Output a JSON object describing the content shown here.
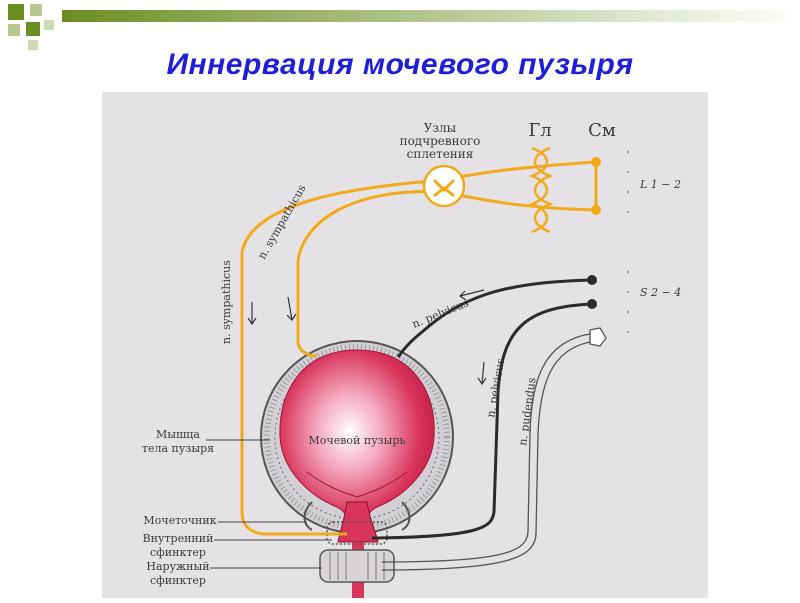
{
  "slide": {
    "title": "Иннервация мочевого пузыря"
  },
  "colors": {
    "title": "#1f1fd8",
    "accent": "#6b8e23",
    "sympathetic_nerve": "#f2a91c",
    "parasympathetic_nerve": "#2b2b2b",
    "bladder": "#d9345a",
    "figure_background": "#e4e2e5"
  },
  "figure": {
    "labels": {
      "ganglia": "Узлы подчревного сплетения",
      "ganglia_lines": [
        "Узлы",
        "подчревного",
        "сплетения"
      ],
      "gl": "Гл",
      "sm": "См",
      "l_segment": "L 1 − 2",
      "s_segment": "S 2 − 4",
      "n_sympathicus_upper": "n. sympathicus",
      "n_sympathicus_left": "n. sympathicus",
      "n_pelvicus_upper": "n. pelvicus",
      "n_pelvicus_lower": "n. pelvicus",
      "n_pudendus": "n. pudendus",
      "bladder": "Мочевой пузырь",
      "muscle": "Мышца тела пузыря",
      "muscle_lines": [
        "Мышца",
        "тела пузыря"
      ],
      "ureter": "Мочеточник",
      "internal_sphincter": "Внутренний сфинктер",
      "internal_lines": [
        "Внутренний",
        "сфинктер"
      ],
      "external_sphincter": "Наружный сфинктер",
      "external_lines": [
        "Наружный",
        "сфинктер"
      ]
    }
  }
}
